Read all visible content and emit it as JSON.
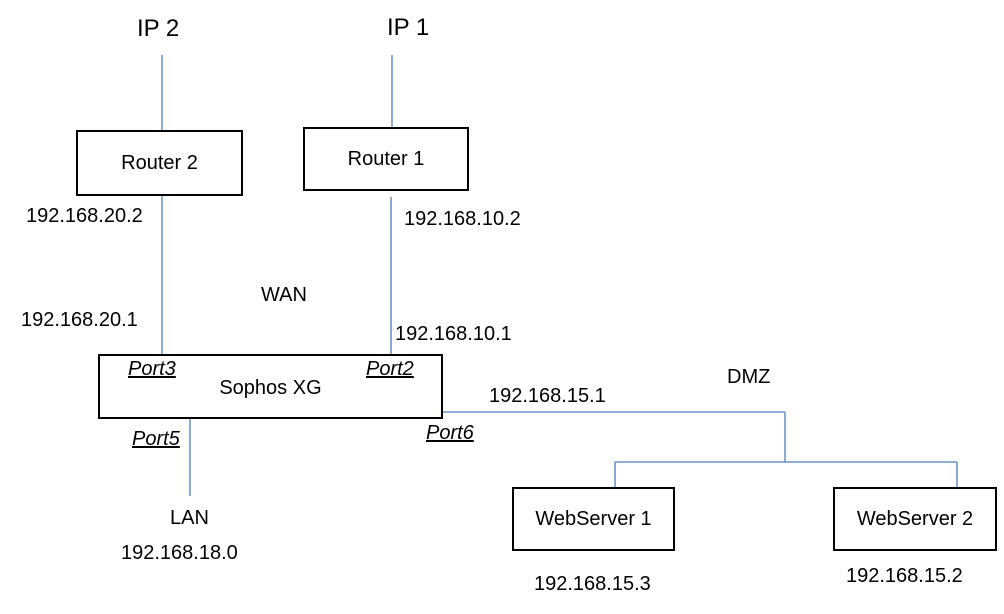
{
  "diagram": {
    "ip2": "IP 2",
    "ip1": "IP 1",
    "router2": "Router 2",
    "router1": "Router 1",
    "router2_ip": "192.168.20.2",
    "router1_ip": "192.168.10.2",
    "wan": "WAN",
    "wan2_ip": "192.168.20.1",
    "wan1_ip": "192.168.10.1",
    "firewall": "Sophos XG",
    "port3": "Port3",
    "port2": "Port2",
    "port5": "Port5",
    "port6": "Port6",
    "dmz": "DMZ",
    "dmz_ip": "192.168.15.1",
    "lan": "LAN",
    "lan_ip": "192.168.18.0",
    "webserver1": "WebServer 1",
    "webserver2": "WebServer 2",
    "webserver1_ip": "192.168.15.3",
    "webserver2_ip": "192.168.15.2",
    "line_color": "#4a7ebb"
  }
}
